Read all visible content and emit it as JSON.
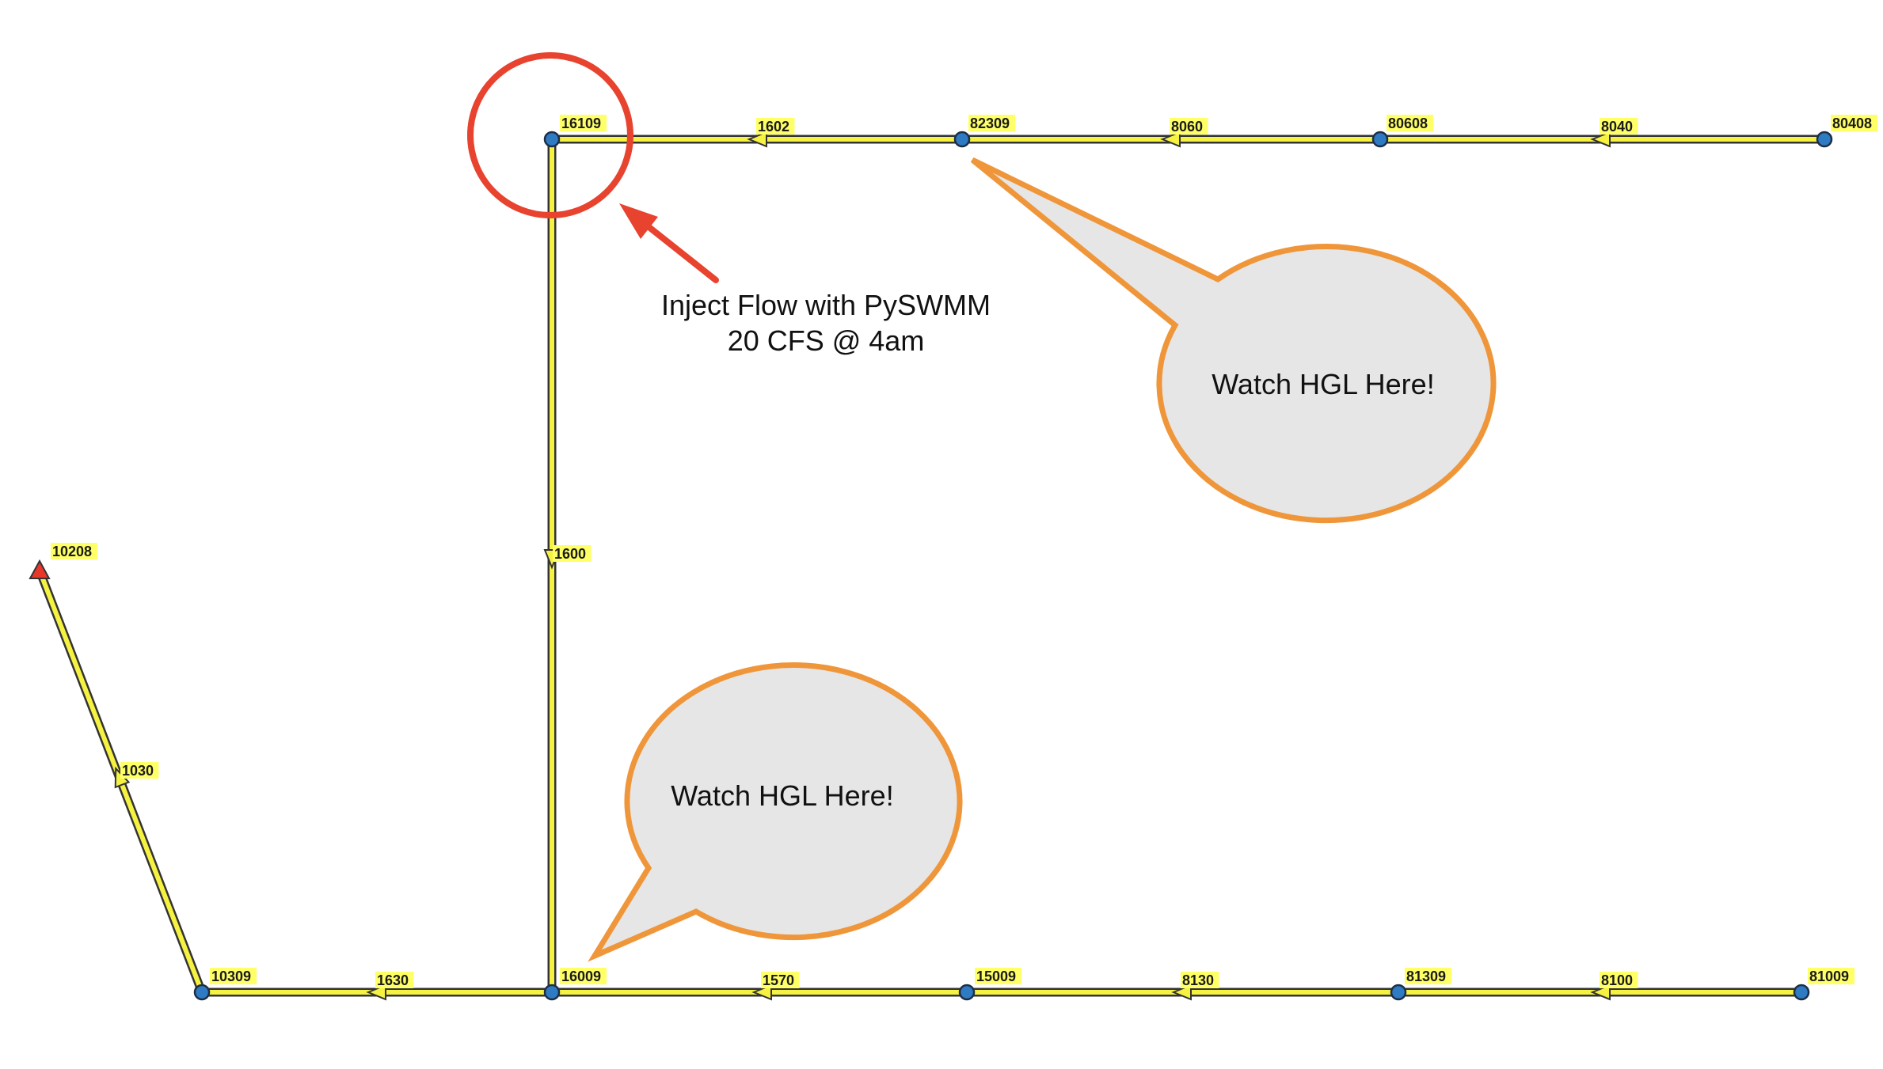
{
  "colors": {
    "conduit": "#f5f242",
    "conduit_outline": "#333333",
    "junction": "#2e7bc4",
    "outfall": "#e8372a",
    "label_bg": "#ffff66",
    "highlight": "#e8432e",
    "bubble_fill": "#e6e6e6",
    "bubble_stroke": "#f0963a"
  },
  "nodes": [
    {
      "id": "16109",
      "type": "junction"
    },
    {
      "id": "82309",
      "type": "junction"
    },
    {
      "id": "80608",
      "type": "junction"
    },
    {
      "id": "80408",
      "type": "junction"
    },
    {
      "id": "10208",
      "type": "outfall"
    },
    {
      "id": "10309",
      "type": "junction"
    },
    {
      "id": "16009",
      "type": "junction"
    },
    {
      "id": "15009",
      "type": "junction"
    },
    {
      "id": "81309",
      "type": "junction"
    },
    {
      "id": "81009",
      "type": "junction"
    }
  ],
  "links": [
    {
      "id": "1602",
      "from": "82309",
      "to": "16109"
    },
    {
      "id": "8060",
      "from": "80608",
      "to": "82309"
    },
    {
      "id": "8040",
      "from": "80408",
      "to": "80608"
    },
    {
      "id": "1600",
      "from": "16109",
      "to": "16009"
    },
    {
      "id": "1030",
      "from": "10309",
      "to": "10208"
    },
    {
      "id": "1630",
      "from": "16009",
      "to": "10309"
    },
    {
      "id": "1570",
      "from": "15009",
      "to": "16009"
    },
    {
      "id": "8130",
      "from": "81309",
      "to": "15009"
    },
    {
      "id": "8100",
      "from": "81009",
      "to": "81309"
    }
  ],
  "annotations": {
    "inject_line1": "Inject Flow with PySWMM",
    "inject_line2": "20 CFS @ 4am",
    "bubble_top": "Watch HGL Here!",
    "bubble_bottom": "Watch HGL Here!"
  }
}
